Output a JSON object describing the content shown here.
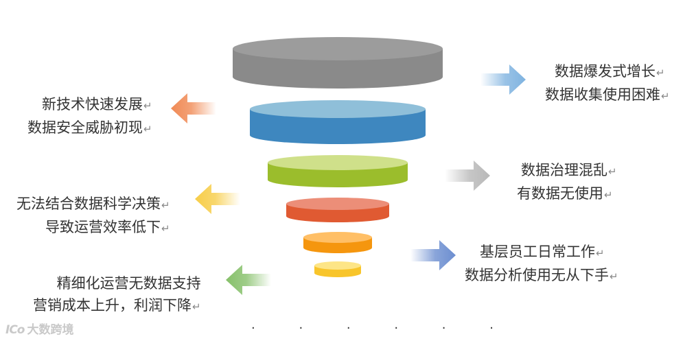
{
  "layers": [
    {
      "top": "#9c9c9c",
      "side": "#8a8a8a",
      "arrow": "#7fb3e0",
      "side_text": "right"
    },
    {
      "top": "#8fbfd9",
      "side": "#3e87bf",
      "arrow": "#f08a55",
      "side_text": "left"
    },
    {
      "top": "#cfe08a",
      "side": "#9bbd2c",
      "arrow": "#b8b8b8",
      "side_text": "right"
    },
    {
      "top": "#ec8e78",
      "side": "#e05a32",
      "arrow": "#f7cd48",
      "side_text": "left"
    },
    {
      "top": "#ffbf66",
      "side": "#f5960e",
      "arrow": "#6c8ed0",
      "side_text": "right"
    },
    {
      "top": "#fde587",
      "side": "#f8c52b",
      "arrow": "#86c06a",
      "side_text": "left"
    }
  ],
  "labels": [
    {
      "line1": "数据爆发式增长",
      "line2": "数据收集使用困难"
    },
    {
      "line1": "新技术快速发展",
      "line2": "数据安全威胁初现"
    },
    {
      "line1": "数据治理混乱",
      "line2": "有数据无使用"
    },
    {
      "line1": "无法结合数据科学决策",
      "line2": "导致运营效率低下"
    },
    {
      "line1": "基层员工日常工作",
      "line2": "数据分析使用无从下手"
    },
    {
      "line1": "精细化运营无数据支持",
      "line2": "营销成本上升，利润下降"
    }
  ],
  "return_mark": "↵",
  "watermark": {
    "logo": "ICo",
    "text": "大数跨境"
  },
  "dots": "· · · · · ·"
}
